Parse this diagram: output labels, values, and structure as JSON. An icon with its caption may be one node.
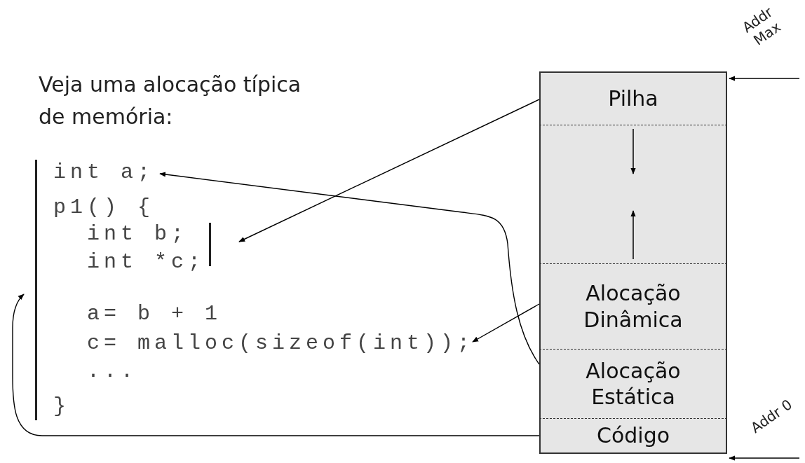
{
  "diagram": {
    "title": "Veja uma alocação típica de memória:",
    "nodes": [
      {
        "text": [
          "Pilha"
        ]
      },
      {
        "text": [],
        "shape": "box"
      },
      {
        "text": [
          "Alocação Dinâmica"
        ]
      },
      {
        "text": [
          "Alocação Estática"
        ]
      },
      {
        "text": [
          "Código"
        ]
      },
      {
        "text": [],
        "shape": "bar"
      },
      {
        "text": [
          "int a;"
        ]
      },
      {
        "text": [],
        "shape": "bar"
      },
      {
        "text": [
          "c= malloc(sizeof(int));"
        ]
      }
    ],
    "edges": [
      {
        "from": 0,
        "to": 7,
        "arrow": "to"
      },
      {
        "from": 2,
        "to": 8,
        "arrow": "to"
      },
      {
        "from": 3,
        "to": 6,
        "arrow": "to"
      },
      {
        "from": 4,
        "to": 5,
        "arrow": "to"
      },
      {
        "from": null,
        "to": 0,
        "arrow": "to"
      },
      {
        "from": null,
        "to": 4,
        "arrow": "to"
      }
    ],
    "labels": [
      "p1() {",
      "int b;",
      "int *c;",
      "a= b + 1",
      "...",
      "}",
      "Addr Max",
      "Addr 0"
    ]
  }
}
